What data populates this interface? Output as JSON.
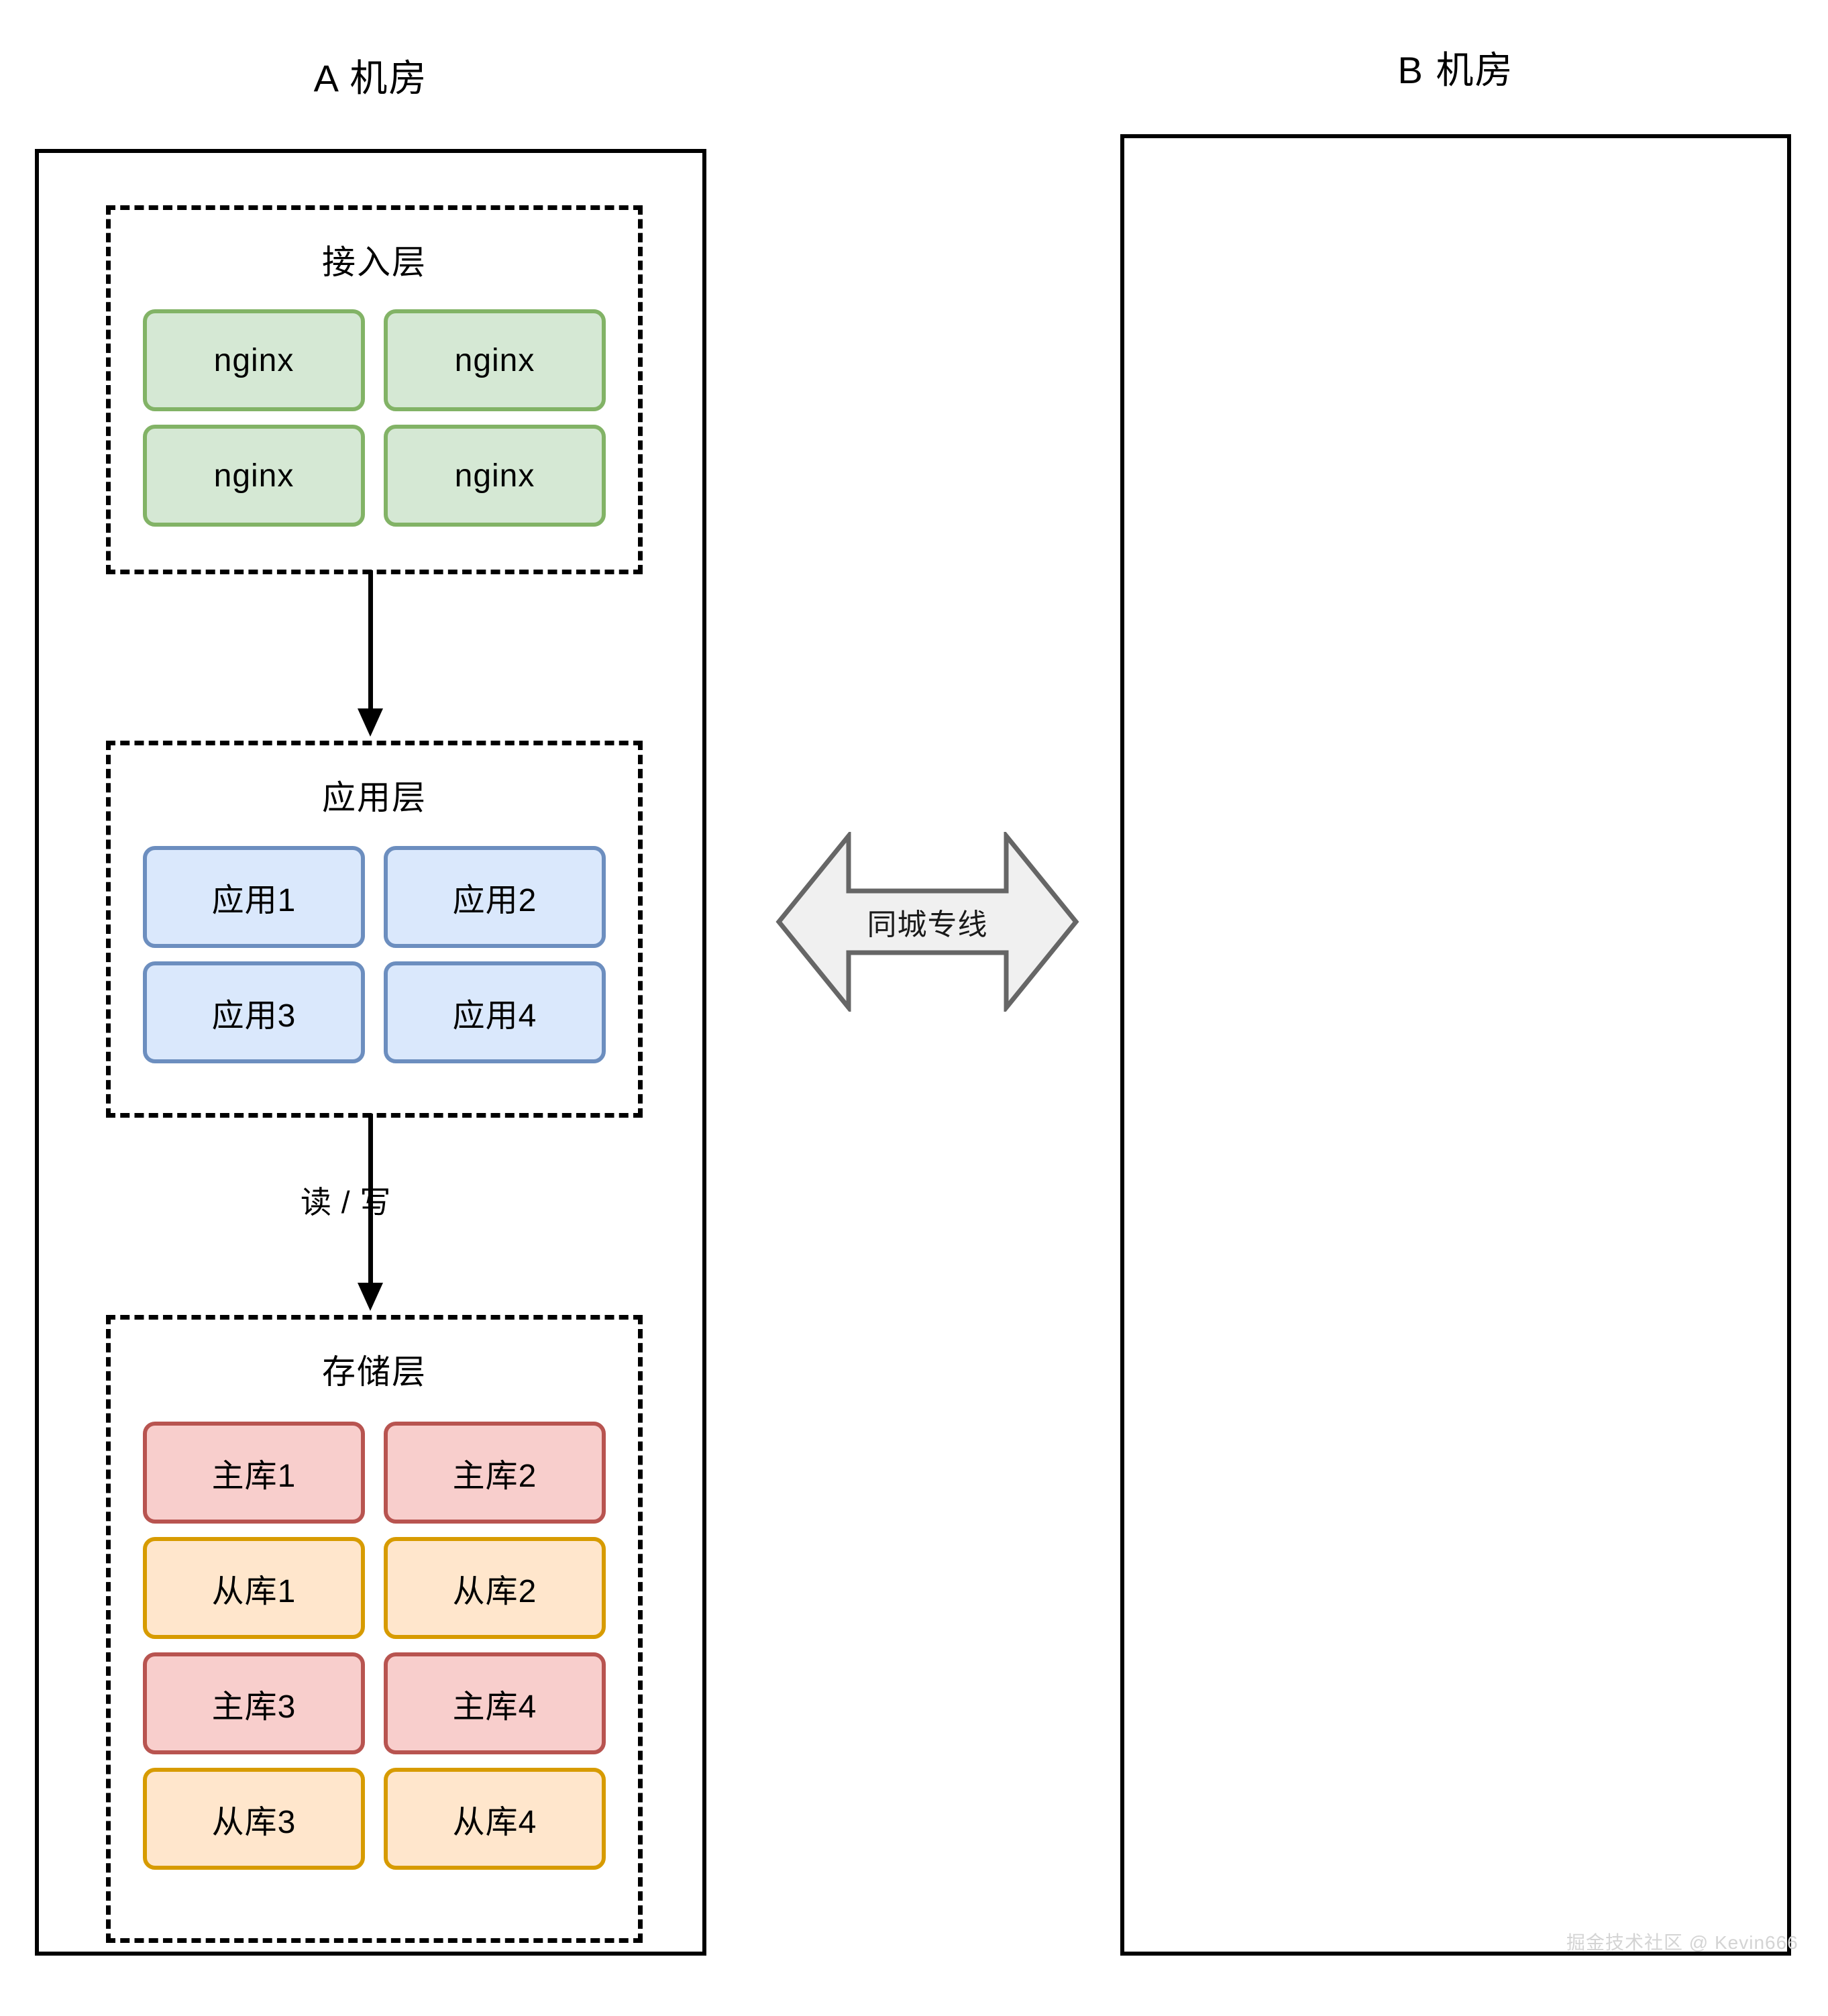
{
  "datacenters": [
    {
      "id": "a",
      "title": "A 机房",
      "layers": [
        {
          "id": "access",
          "title": "接入层",
          "nodes": [
            {
              "label": "nginx",
              "style": "green"
            },
            {
              "label": "nginx",
              "style": "green"
            },
            {
              "label": "nginx",
              "style": "green"
            },
            {
              "label": "nginx",
              "style": "green"
            }
          ]
        },
        {
          "id": "app",
          "title": "应用层",
          "nodes": [
            {
              "label": "应用1",
              "style": "blue"
            },
            {
              "label": "应用2",
              "style": "blue"
            },
            {
              "label": "应用3",
              "style": "blue"
            },
            {
              "label": "应用4",
              "style": "blue"
            }
          ]
        },
        {
          "id": "storage",
          "title": "存储层",
          "nodes": [
            {
              "label": "主库1",
              "style": "red"
            },
            {
              "label": "主库2",
              "style": "red"
            },
            {
              "label": "从库1",
              "style": "orange"
            },
            {
              "label": "从库2",
              "style": "orange"
            },
            {
              "label": "主库3",
              "style": "red"
            },
            {
              "label": "主库4",
              "style": "red"
            },
            {
              "label": "从库3",
              "style": "orange"
            },
            {
              "label": "从库4",
              "style": "orange"
            }
          ]
        }
      ]
    },
    {
      "id": "b",
      "title": "B 机房",
      "layers": []
    }
  ],
  "connectors": {
    "access_to_app_label": "",
    "app_to_storage_label": "读 / 写"
  },
  "link": {
    "label": "同城专线",
    "direction": "bidirectional",
    "fill": "#f0f0f0",
    "stroke": "#666666"
  },
  "colors": {
    "access_fill": "#d5e8d4",
    "access_stroke": "#82b366",
    "app_fill": "#dae8fc",
    "app_stroke": "#6c8ebf",
    "master_fill": "#f8cecc",
    "master_stroke": "#b85450",
    "slave_fill": "#ffe6cc",
    "slave_stroke": "#d79b00",
    "panel_stroke": "#000000",
    "background": "#ffffff"
  },
  "watermark": "掘金技术社区 @ Kevin666"
}
